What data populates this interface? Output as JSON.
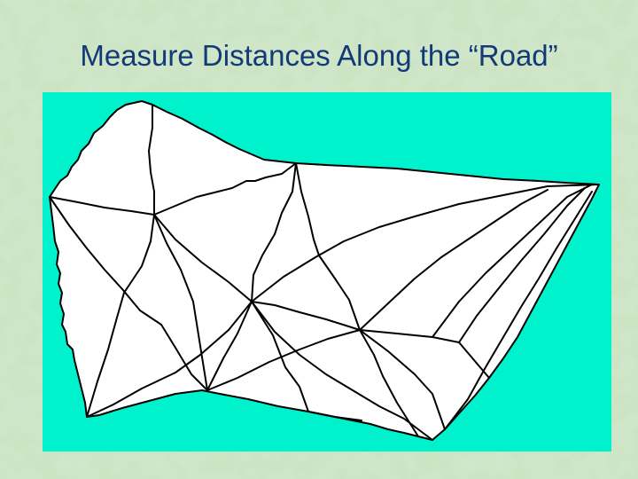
{
  "slide": {
    "title": "Measure Distances Along the “Road”"
  },
  "colors": {
    "background": "#c9e2bd",
    "background_texture": "#b3d4b0",
    "title_text": "#123a78",
    "panel_fill": "#00f2cc",
    "polygon_fill": "#ffffff",
    "road_stroke": "#000000"
  },
  "graph": {
    "nodes": [
      "n1",
      "n2",
      "n3",
      "n4",
      "n5",
      "n6",
      "n7",
      "n8",
      "n9",
      "n10"
    ],
    "edges": [
      [
        "n1",
        "n2"
      ],
      [
        "n2",
        "n3"
      ],
      [
        "n3",
        "n4"
      ],
      [
        "n4",
        "n5"
      ],
      [
        "n5",
        "n6"
      ],
      [
        "n6",
        "n7"
      ],
      [
        "n7",
        "n8"
      ],
      [
        "n8",
        "n9"
      ],
      [
        "n9",
        "n1"
      ],
      [
        "n2",
        "n10"
      ],
      [
        "n9",
        "n10"
      ],
      [
        "n3",
        "n10"
      ],
      [
        "n1",
        "n10"
      ],
      [
        "n10",
        "n11"
      ],
      [
        "n10",
        "n12"
      ],
      [
        "n10",
        "n8"
      ],
      [
        "n3",
        "n11"
      ],
      [
        "n11",
        "n12"
      ],
      [
        "n11",
        "n4"
      ],
      [
        "n11",
        "n13"
      ],
      [
        "n12",
        "n7"
      ],
      [
        "n12",
        "n8"
      ],
      [
        "n13",
        "n4"
      ],
      [
        "n13",
        "n6"
      ],
      [
        "n13",
        "n7"
      ],
      [
        "n12",
        "n13"
      ],
      [
        "n4",
        "n6"
      ]
    ]
  }
}
